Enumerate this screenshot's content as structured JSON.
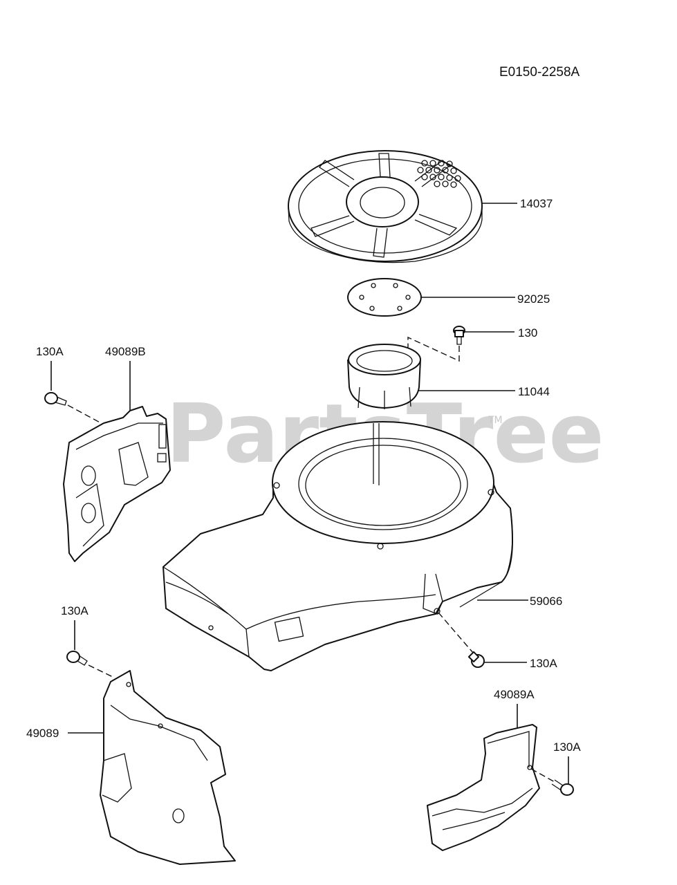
{
  "diagram_code": "E0150-2258A",
  "watermark": {
    "text": "PartsTree",
    "tm": "TM"
  },
  "callouts": {
    "p14037": "14037",
    "p92025": "92025",
    "p130_top": "130",
    "p11044": "11044",
    "p59066": "59066",
    "p130A_right": "130A",
    "p130A_left_top": "130A",
    "p49089B": "49089B",
    "p130A_left_mid": "130A",
    "p49089": "49089",
    "p49089A": "49089A",
    "p130A_bottom_right": "130A"
  }
}
